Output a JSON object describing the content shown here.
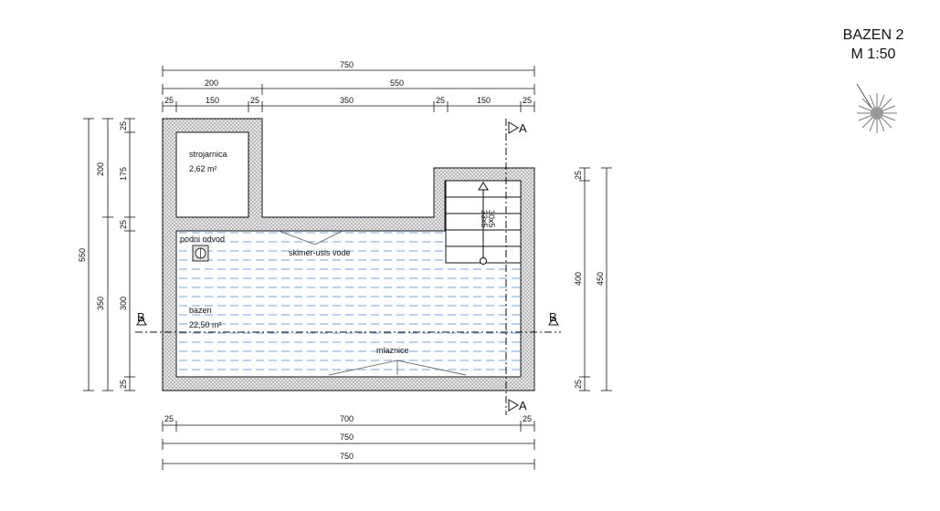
{
  "title": {
    "line1": "BAZEN 2",
    "line2": "M 1:50"
  },
  "rooms": {
    "strojarnica_name": "strojarnica",
    "strojarnica_area": "2,62 m²",
    "bazen_name": "bazen",
    "bazen_area": "22,50 m²"
  },
  "labels": {
    "podni_odvod": "podni odvod",
    "skimer": "skimer-usis vode",
    "mlaznice": "mlaznice",
    "stair_1": "33x5",
    "stair_2": "30x5"
  },
  "sections": {
    "a": "A",
    "b": "B"
  },
  "dims_top": {
    "overall": "750",
    "left_part": "200",
    "right_part": "550",
    "seg_wall1": "25",
    "seg_room": "150",
    "seg_wall2": "25",
    "seg_mid": "350",
    "seg_wall3": "25",
    "seg_right": "150",
    "seg_wall4": "25"
  },
  "dims_bottom": {
    "wall_left": "25",
    "inner": "700",
    "wall_right": "25",
    "overall_1": "750",
    "overall_2": "750"
  },
  "dims_left": {
    "overall": "550",
    "upper": "200",
    "lower": "350",
    "w1": "25",
    "room": "175",
    "w2": "25",
    "pool": "300",
    "w3": "25"
  },
  "dims_right": {
    "overall": "450",
    "inner": "400",
    "w_top": "25",
    "w_bottom": "25"
  },
  "colors": {
    "wall_hatch": "#8a8a8a",
    "water_line": "#4a90d9",
    "line": "#111111"
  }
}
